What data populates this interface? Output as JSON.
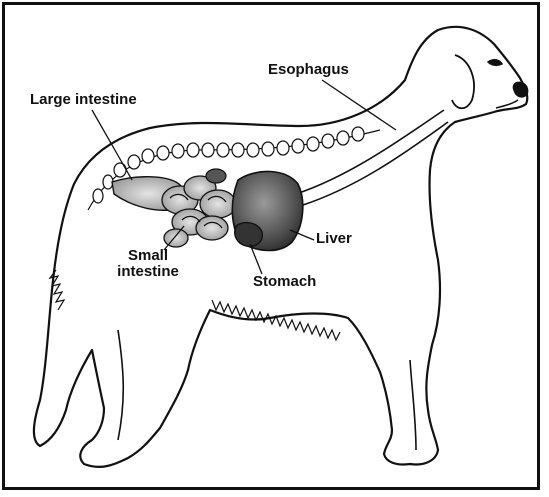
{
  "labels": {
    "esophagus": "Esophagus",
    "large_intestine": "Large intestine",
    "small_intestine_line1": "Small",
    "small_intestine_line2": "intestine",
    "liver": "Liver",
    "stomach": "Stomach"
  },
  "colors": {
    "outline": "#111111",
    "organ_dark": "#3a3a3a",
    "organ_mid": "#8a8a8a",
    "organ_light": "#c8c8c8",
    "background": "#ffffff"
  }
}
